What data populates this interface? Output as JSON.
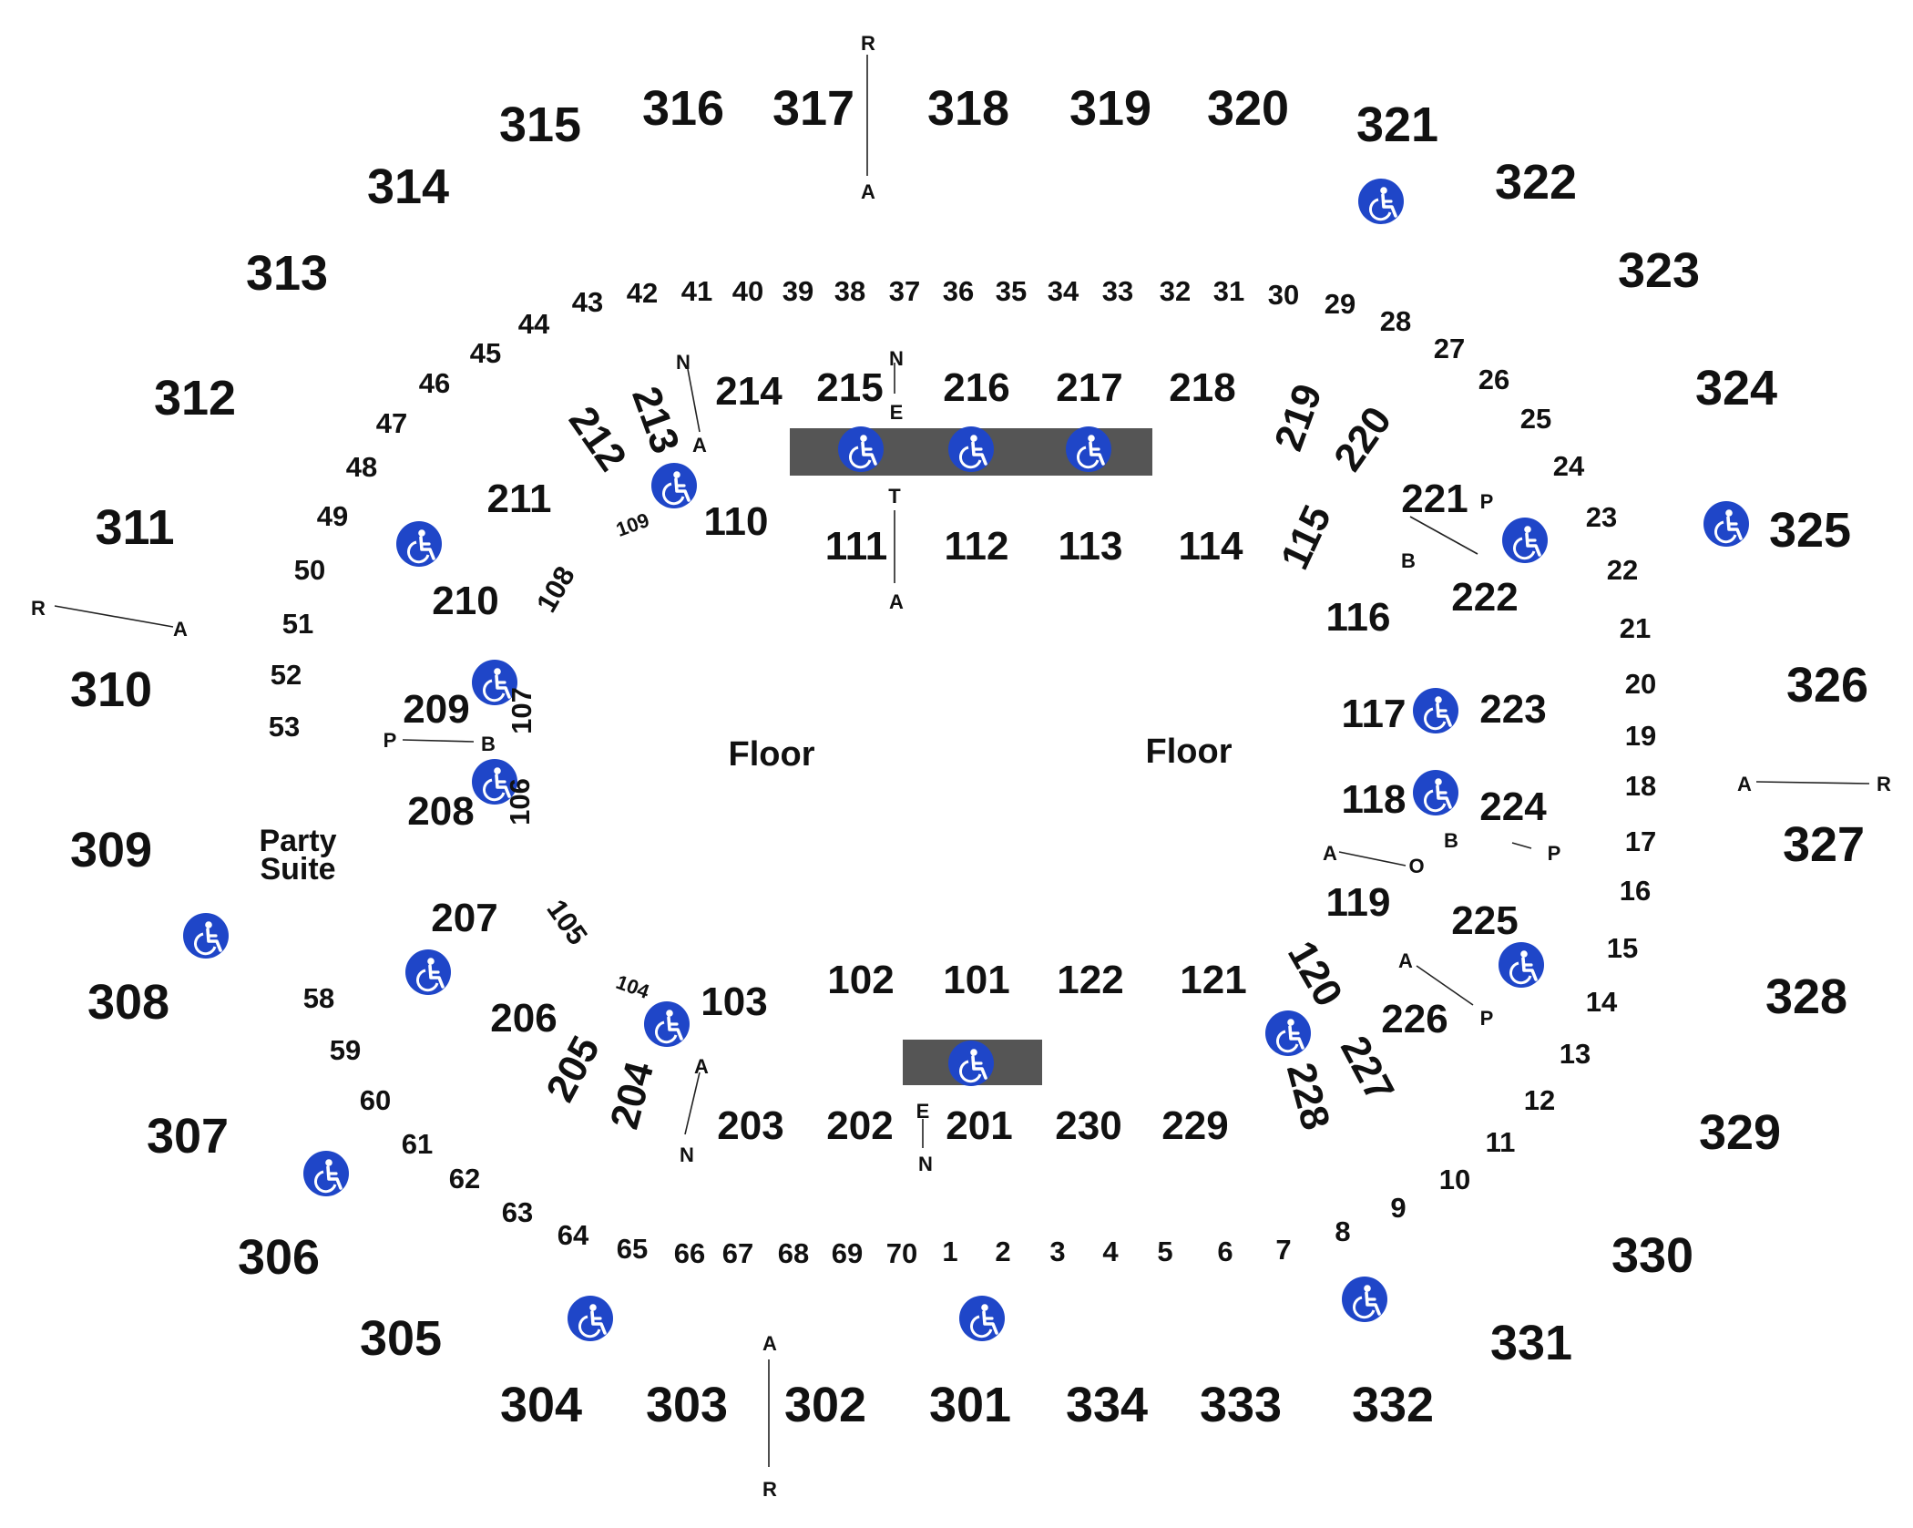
{
  "colors": {
    "accessible_blue": "#1f46c8",
    "stage_gray": "#555555",
    "text": "#111111"
  },
  "icons": {
    "accessible": "wheelchair-icon"
  },
  "labels": {
    "floor_left": "Floor",
    "floor_right": "Floor",
    "party_line1": "Party",
    "party_line2": "Suite"
  },
  "sections_300": [
    "301",
    "302",
    "303",
    "304",
    "305",
    "306",
    "307",
    "308",
    "309",
    "310",
    "311",
    "312",
    "313",
    "314",
    "315",
    "316",
    "317",
    "318",
    "319",
    "320",
    "321",
    "322",
    "323",
    "324",
    "325",
    "326",
    "327",
    "328",
    "329",
    "330",
    "331",
    "332",
    "333",
    "334"
  ],
  "sections_200": [
    "201",
    "202",
    "203",
    "204",
    "205",
    "206",
    "207",
    "208",
    "209",
    "210",
    "211",
    "212",
    "213",
    "214",
    "215",
    "216",
    "217",
    "218",
    "219",
    "220",
    "221",
    "222",
    "223",
    "224",
    "225",
    "226",
    "227",
    "228",
    "229",
    "230"
  ],
  "sections_100": [
    "101",
    "102",
    "103",
    "104",
    "105",
    "106",
    "107",
    "108",
    "109",
    "110",
    "111",
    "112",
    "113",
    "114",
    "115",
    "116",
    "117",
    "118",
    "119",
    "120",
    "121",
    "122"
  ],
  "boxes": [
    "1",
    "2",
    "3",
    "4",
    "5",
    "6",
    "7",
    "8",
    "9",
    "10",
    "11",
    "12",
    "13",
    "14",
    "15",
    "16",
    "17",
    "18",
    "19",
    "20",
    "21",
    "22",
    "23",
    "24",
    "25",
    "26",
    "27",
    "28",
    "29",
    "30",
    "31",
    "32",
    "33",
    "34",
    "35",
    "36",
    "37",
    "38",
    "39",
    "40",
    "41",
    "42",
    "43",
    "44",
    "45",
    "46",
    "47",
    "48",
    "49",
    "50",
    "51",
    "52",
    "53",
    "58",
    "59",
    "60",
    "61",
    "62",
    "63",
    "64",
    "65",
    "66",
    "67",
    "68",
    "69",
    "70"
  ],
  "row_letters": [
    "R",
    "A",
    "N",
    "A",
    "N",
    "E",
    "T",
    "A",
    "P",
    "B",
    "A",
    "O",
    "B",
    "P",
    "A",
    "P",
    "A",
    "N",
    "E",
    "N",
    "R",
    "A",
    "R",
    "A",
    "P",
    "B",
    "A",
    "R"
  ]
}
